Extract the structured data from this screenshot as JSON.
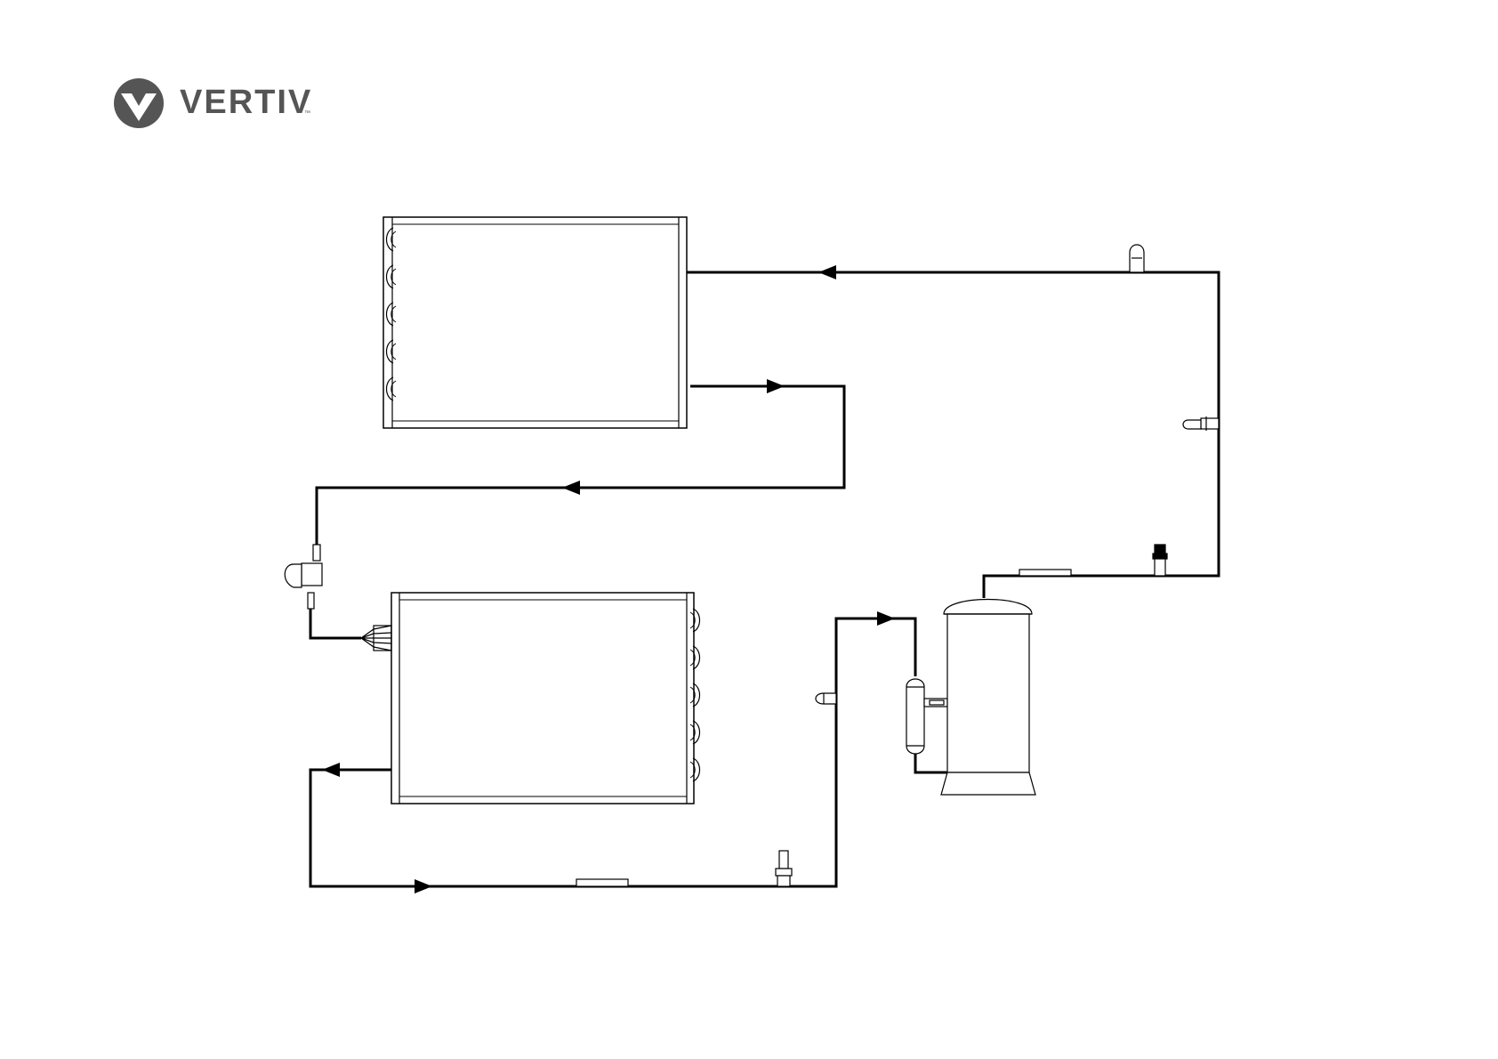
{
  "logo": {
    "text": "VERTIV",
    "tm": "™",
    "icon": "vertiv-chevron-logo-icon",
    "color": "#555555"
  },
  "diagram": {
    "type": "refrigeration-circuit",
    "line_color": "#000000",
    "components": [
      "upper-coil-heat-exchanger",
      "lower-coil-heat-exchanger",
      "expansion-valve",
      "compressor",
      "accumulator",
      "service-port",
      "sensor",
      "sight-glass"
    ]
  }
}
